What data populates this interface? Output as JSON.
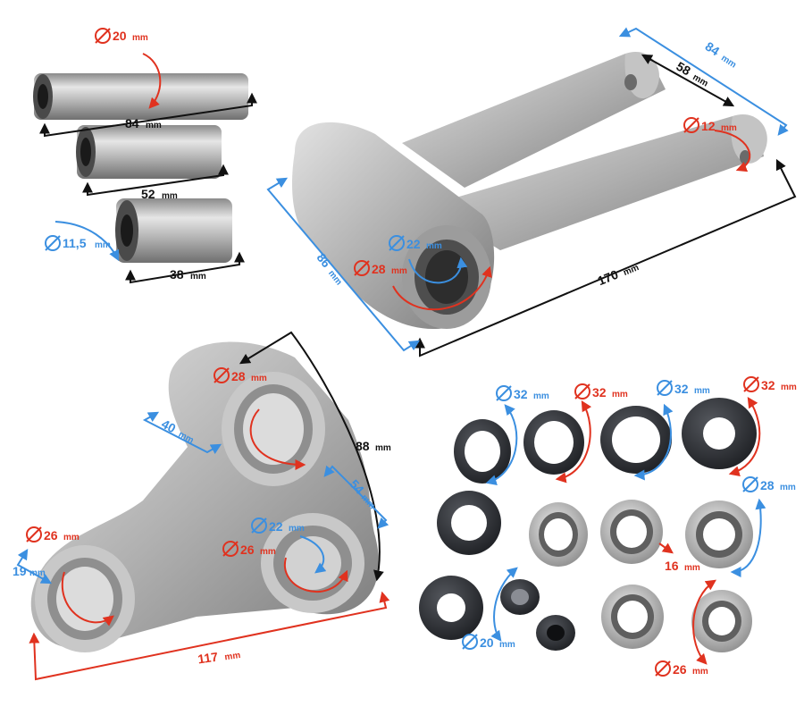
{
  "colors": {
    "red": "#e0321f",
    "blue": "#3b8fe0",
    "black": "#111111",
    "metal_light": "#d8d8d8",
    "metal_mid": "#a8a8a8",
    "metal_dark": "#6e6e6e",
    "rubber": "#2b2d31"
  },
  "unit": "mm",
  "icon": "diameter-icon",
  "pins": {
    "pin_long": {
      "length": "84",
      "outer_diameter": "20"
    },
    "pin_mid": {
      "length": "52"
    },
    "pin_short": {
      "length": "38",
      "inner_diameter": "11,5"
    }
  },
  "dogbone": {
    "length_outer": "84",
    "center_distance": "58",
    "bore_small": "12",
    "overall_length": "170",
    "boss_width": "86",
    "bore_inner": "22",
    "bore_outer": "28"
  },
  "rocker": {
    "top_bore": "28",
    "top_width": "40",
    "height": "88",
    "right_width": "54",
    "right_bore_inner": "22",
    "right_bore_outer": "26",
    "left_bore": "26",
    "left_width": "19",
    "length": "117"
  },
  "seals": {
    "row1": [
      "32",
      "32",
      "32",
      "32"
    ],
    "bearing_right": "28",
    "bearing_width": "16",
    "sleeve": "20",
    "bearing_bottom": "26"
  }
}
